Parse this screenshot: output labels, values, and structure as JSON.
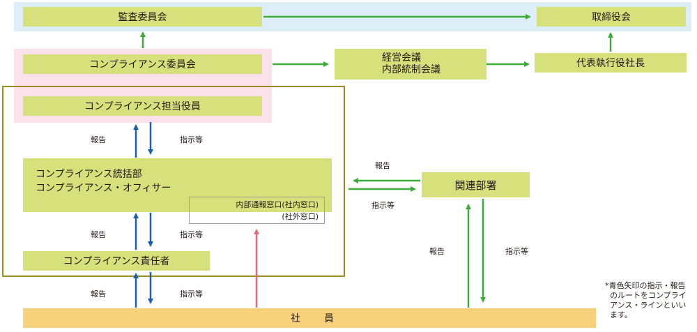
{
  "nodes": {
    "audit_committee": "監査委員会",
    "board": "取締役会",
    "compliance_committee": "コンプライアンス委員会",
    "management_meeting_line1": "経営会議",
    "management_meeting_line2": "内部統制会議",
    "ceo": "代表執行役社長",
    "compliance_officer_exec": "コンプライアンス担当役員",
    "compliance_dept_line1": "コンプライアンス統括部",
    "compliance_dept_line2": "コンプライアンス・オフィサー",
    "hotline_line1": "内部通報窓口(社内窓口)",
    "hotline_line2": "(社外窓口)",
    "related_depts": "関連部署",
    "compliance_manager": "コンプライアンス責任者",
    "employees": "社　　員"
  },
  "labels": {
    "report": "報告",
    "instruction": "指示等"
  },
  "note": {
    "line1": "*青色矢印の指示・報告",
    "line2": "のルートをコンプライ",
    "line3": "アンス・ラインといい",
    "line4": "ます。"
  },
  "colors": {
    "box": "#d7e17b",
    "employees_bar": "#f8d27a",
    "top_band": "#ddeef9",
    "pink_band": "#fbe2ea",
    "frame": "#9c8a1c",
    "green_arrow": "#3eaa3a",
    "blue_arrow": "#1a5fae",
    "red_arrow": "#e8677a"
  }
}
